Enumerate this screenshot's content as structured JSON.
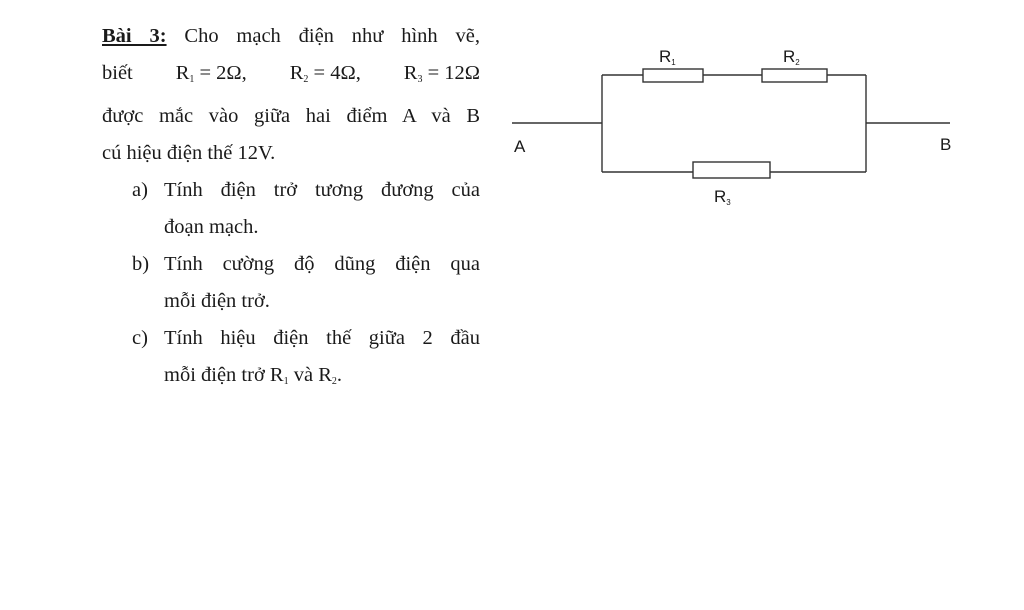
{
  "problem": {
    "title": "Bài 3:",
    "intro_1": "Cho mạch điện như hình vẽ,",
    "given_prefix": "biết",
    "r1_name": "R",
    "r1_sub": "1",
    "r1_value": "= 2Ω,",
    "r2_name": "R",
    "r2_sub": "2",
    "r2_value": "= 4Ω,",
    "r3_name": "R",
    "r3_sub": "3",
    "r3_value": "= 12Ω",
    "line3": "được mắc vào giữa hai điểm A và B",
    "line4": "cú hiệu điện thế 12V.",
    "questions": [
      {
        "marker": "a)",
        "line1": "Tính điện trở tương đương của",
        "line2": "đoạn mạch."
      },
      {
        "marker": "b)",
        "line1": "Tính cường độ dũng điện qua",
        "line2": "mỗi điện trở."
      },
      {
        "marker": "c)",
        "line1": "Tính hiệu điện thế giữa 2 đầu",
        "line2_prefix": "mỗi điện trở R",
        "line2_sub1": "1",
        "line2_mid": " và R",
        "line2_sub2": "2",
        "line2_suffix": "."
      }
    ]
  },
  "circuit": {
    "point_a": "A",
    "point_b": "B",
    "r1_label": "R",
    "r1_sub": "1",
    "r2_label": "R",
    "r2_sub": "2",
    "r3_label": "R",
    "r3_sub": "3",
    "wire_color": "#333333"
  }
}
